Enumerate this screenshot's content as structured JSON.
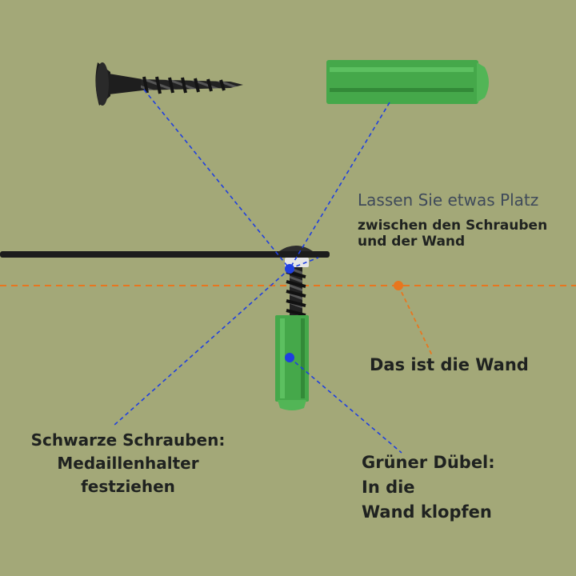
{
  "colors": {
    "background": "#a3a878",
    "pointer_blue": "#1f3fe0",
    "wall_orange": "#e8761e",
    "plug_green": "#45a84a",
    "screw_black": "#1c1c1c",
    "label_title": "#3f4a5a",
    "label_text": "#1f2220"
  },
  "labels": {
    "gap": {
      "title": "Lassen Sie etwas Platz",
      "line1": "zwischen den Schrauben",
      "line2": "und der Wand"
    },
    "wall": "Das ist die Wand",
    "screw": {
      "line1": "Schwarze Schrauben:",
      "line2": "Medaillenhalter",
      "line3": "festziehen"
    },
    "plug": {
      "line1": "Grüner Dübel:",
      "line2": "In die",
      "line3": "Wand klopfen"
    }
  }
}
